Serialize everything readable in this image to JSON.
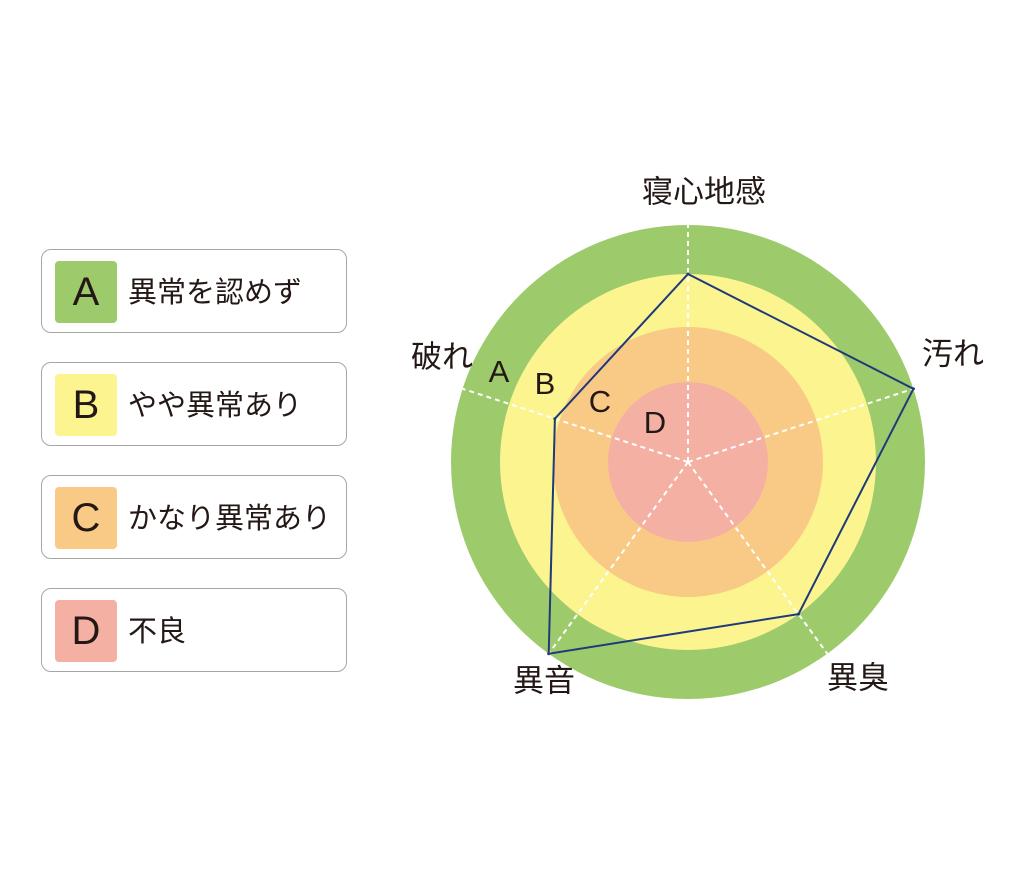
{
  "legend": {
    "items": [
      {
        "letter": "A",
        "label": "異常を認めず",
        "color": "#9dcb6c"
      },
      {
        "letter": "B",
        "label": "やや異常あり",
        "color": "#fbf48f"
      },
      {
        "letter": "C",
        "label": "かなり異常あり",
        "color": "#f8ca86"
      },
      {
        "letter": "D",
        "label": "不良",
        "color": "#f4b1a3"
      }
    ]
  },
  "chart_data": {
    "type": "radar",
    "axes": [
      "寝心地感",
      "汚れ",
      "異臭",
      "異音",
      "破れ"
    ],
    "levels": [
      "D",
      "C",
      "B",
      "A"
    ],
    "level_colors": [
      "#f4b1a3",
      "#f8ca86",
      "#fbf48f",
      "#9dcb6c"
    ],
    "scale_outer_ring_color": "#9dcb6c",
    "series": [
      {
        "values": [
          "B",
          "A",
          "B",
          "A",
          "C"
        ],
        "line_color": "#1f3a7a"
      }
    ],
    "grid": "dashed white spokes"
  }
}
